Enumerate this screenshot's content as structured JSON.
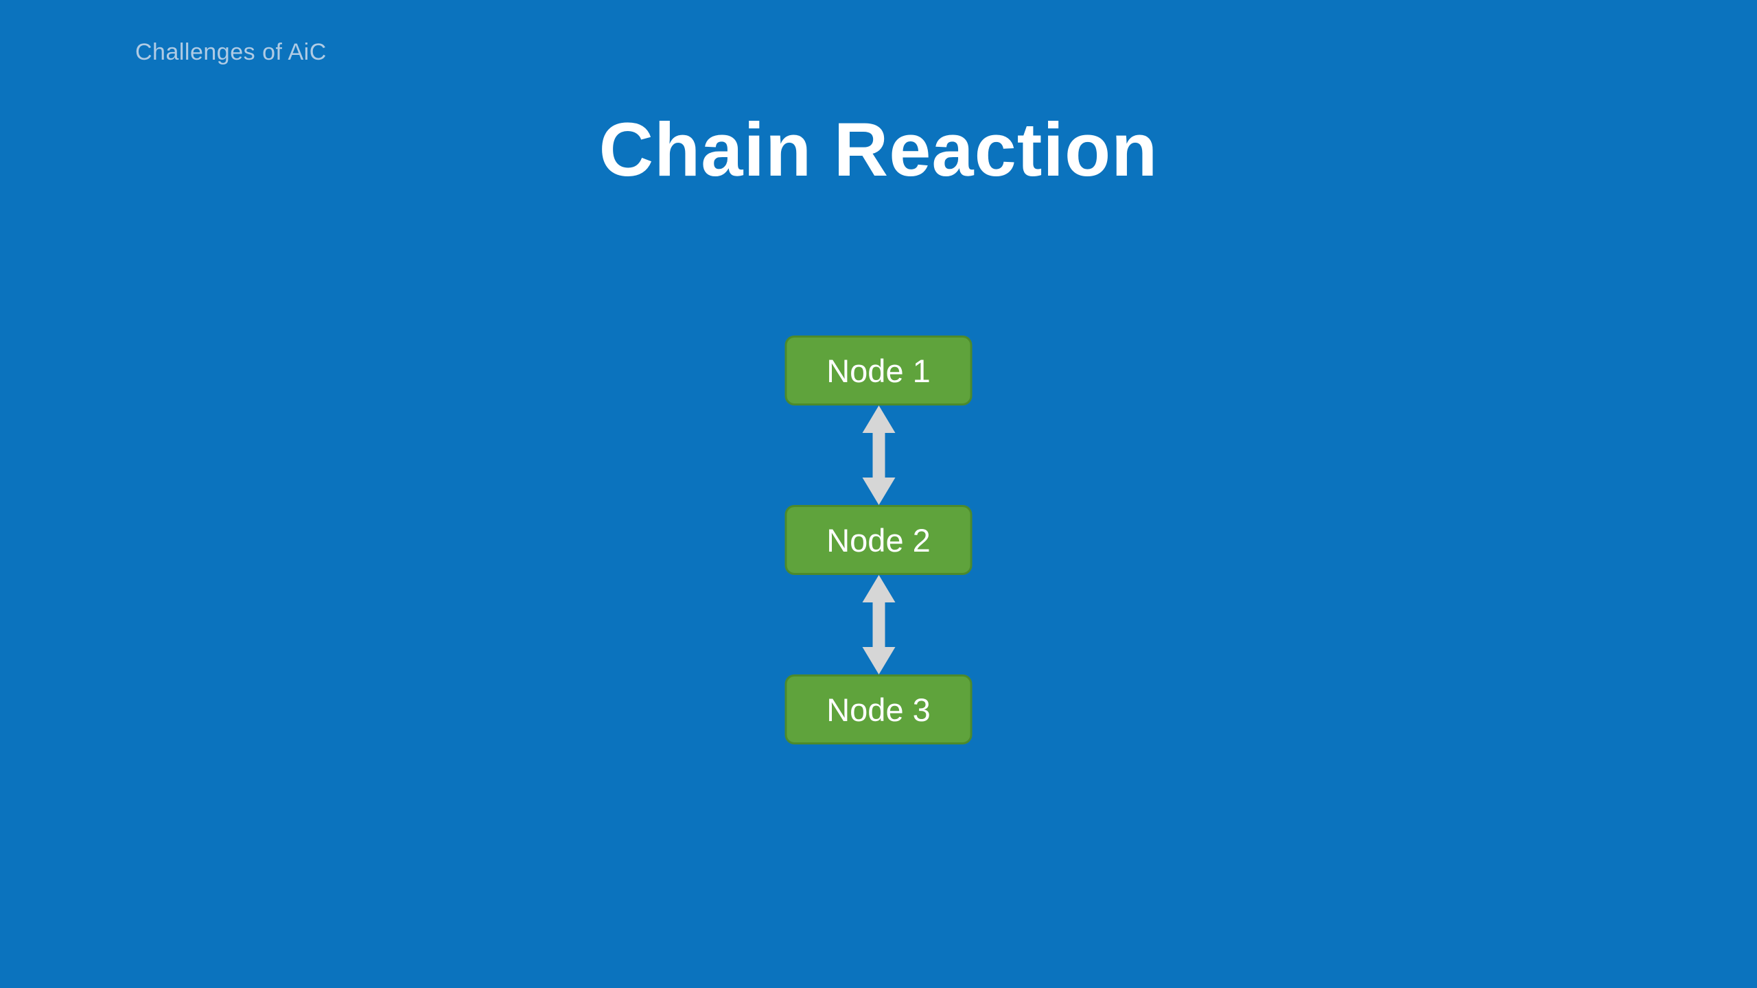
{
  "slide": {
    "header": "Challenges of AiC",
    "title": "Chain Reaction",
    "nodes": [
      {
        "label": "Node 1"
      },
      {
        "label": "Node 2"
      },
      {
        "label": "Node 3"
      }
    ],
    "connector": "double-headed-vertical-arrow",
    "colors": {
      "background": "#0b73be",
      "node_fill": "#5fa33c",
      "node_border": "#4c8a2c",
      "arrow_fill": "#d6d6d6",
      "header_text": "#b0cbe4",
      "title_text": "#ffffff",
      "node_text": "#ffffff"
    }
  }
}
